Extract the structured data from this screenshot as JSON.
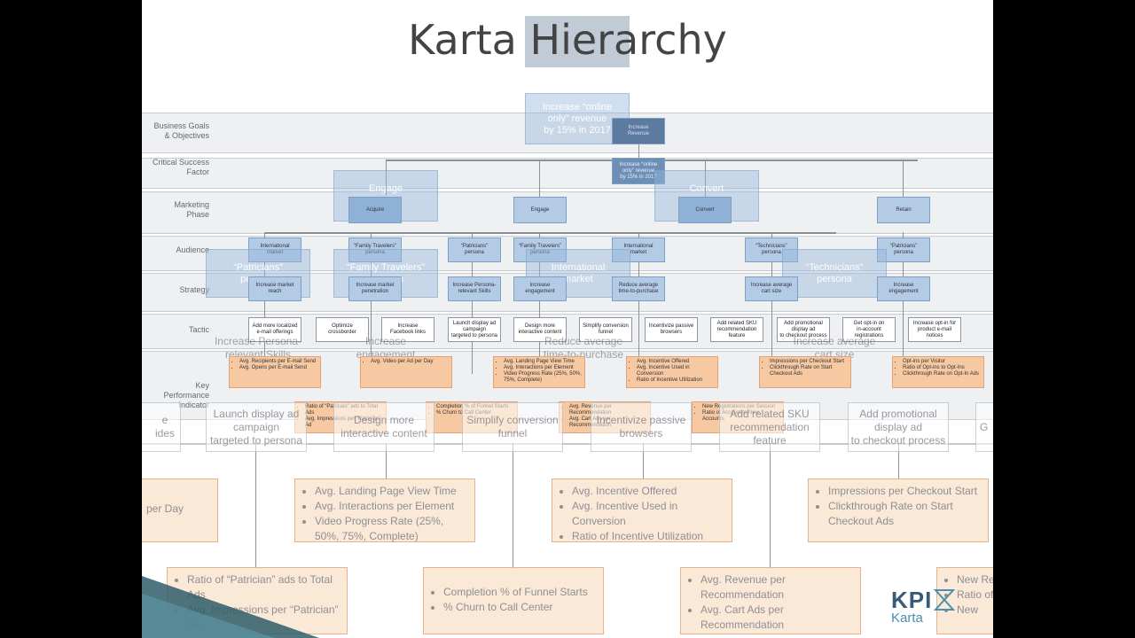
{
  "slide": {
    "title": "Karta Hierarchy"
  },
  "rows": {
    "business_goals": "Business Goals\n& Objectives",
    "csf": "Critical Success\nFactor",
    "marketing_phase": "Marketing\nPhase",
    "audience": "Audience",
    "strategy": "Strategy",
    "tactic": "Tactic",
    "kpi": "Key\nPerformance\nIndicator"
  },
  "goal": {
    "small": "Increase\nRevenue",
    "big": "Increase “online\nonly” revenue\nby 15% in 2017"
  },
  "csf": {
    "small": "Increase “online\nonly” revenue\nby 15% in 2017"
  },
  "phases": {
    "acquire": "Acquire",
    "engage": "Engage",
    "convert": "Convert",
    "retain": "Retain"
  },
  "audience": {
    "a1": "International\nmarket",
    "a2": "“Family Travelers”\npersona",
    "a3": "“Patricians”\npersona",
    "a4": "“Family Travelers”\npersona",
    "a5": "International\nmarket",
    "a6": "“Technicians”\npersona",
    "a7": "“Patricians”\npersona"
  },
  "strategy": {
    "s1": "Increase market\nreach",
    "s2": "Increase market\npenetration",
    "s3": "Increase Persona-\nrelevant Skills",
    "s4": "Increase\nengagement",
    "s5": "Reduce average\ntime-to-purchase",
    "s6": "Increase average\ncart size",
    "s7": "Increase\nengagement"
  },
  "tactic": {
    "t1": "Add more localized\ne-mail offerings",
    "t2": "Optimize\ncrossborder",
    "t3": "Increase\nFacebook links",
    "t4": "Launch display ad\ncampaign\ntargeted to persona",
    "t5": "Design more\ninteractive content",
    "t6": "Simplify conversion\nfunnel",
    "t7": "Incentivize passive\nbrowsers",
    "t8": "Add related SKU\nrecommendation\nfeature",
    "t9": "Add promotional\ndisplay ad\nto checkout process",
    "t10": "Get opt-in on\nin-account\nregistrations",
    "t11": "Increase opt-in for\nproduct e-mail\nnotices"
  },
  "kpi": {
    "k1": [
      "Avg. Recipients per E-mail Send",
      "Avg. Opens per E-mail Send"
    ],
    "k2": [
      "Avg. Video per Ad per Day"
    ],
    "k3": [
      "Avg. Landing Page View Time",
      "Avg. Interactions per Element",
      "Video Progress Rate (25%, 50%, 75%, Complete)"
    ],
    "k4": [
      "Avg. Incentive Offered",
      "Avg. Incentive Used in Conversion",
      "Ratio of Incentive Utilization"
    ],
    "k5": [
      "Impressions per Checkout Start",
      "Clickthrough Rate on Start Checkout Ads"
    ],
    "k6": [
      "Opt-ins per Visitor",
      "Ratio of Opt-ins to Opt-Ins",
      "Clickthrough Rate on Opt-In Ads"
    ],
    "k7": [
      "Ratio of “Patrician” ads to Total Ads",
      "Avg. Impressions per “Patrician” Ad"
    ],
    "k8": [
      "Completion % of Funnel Starts",
      "% Churn to Call Center"
    ],
    "k9": [
      "Avg. Revenue per Recommendation",
      "Avg. Cart Ads per Recommendation"
    ],
    "k10": [
      "New Registrations per Session",
      "Ratio of Account to New Accounts"
    ]
  },
  "ghost": {
    "engage": "Engage",
    "convert": "Convert",
    "patricians": "“Patricians”\npersona",
    "family": "“Family Travelers”\npersona",
    "intl": "International\nmarket",
    "technicians": "“Technicians”\npersona",
    "inc_persona": "Increase Persona-\nrelevant Skills",
    "inc_eng": "Increase\nengagement",
    "reduce": "Reduce average\ntime-to-purchase",
    "cart": "Increase average\ncart size",
    "t_launch": "Launch display ad\ncampaign\ntargeted to persona",
    "t_design": "Design more\ninteractive content",
    "t_simplify": "Simplify conversion\nfunnel",
    "t_incent": "Incentivize passive\nbrowsers",
    "t_sku": "Add related SKU\nrecommendation\nfeature",
    "t_promo": "Add promotional\ndisplay ad\nto checkout process",
    "t_left": "e\nides",
    "t_right": "G"
  },
  "bottom_kpi": {
    "b1": [
      "per Day"
    ],
    "b2": [
      "Avg. Landing Page View Time",
      "Avg. Interactions per Element",
      "Video Progress Rate (25%, 50%, 75%, Complete)"
    ],
    "b3": [
      "Avg. Incentive Offered",
      "Avg. Incentive Used in Conversion",
      "Ratio of Incentive Utilization"
    ],
    "b4": [
      "Impressions per Checkout Start",
      "Clickthrough Rate on Start Checkout Ads"
    ],
    "b5": [
      "Ratio of “Patrician” ads to Total Ads",
      "Avg. Impressions per “Patrician” Ad"
    ],
    "b6": [
      "Completion % of Funnel Starts",
      "% Churn to Call Center"
    ],
    "b7": [
      "Avg. Revenue per Recommendation",
      "Avg. Cart Ads per Recommendation"
    ],
    "b8": [
      "New Rep",
      "Ratio of",
      "New"
    ]
  },
  "logo": {
    "line1": "KPI",
    "line2": "Karta"
  },
  "colors": {
    "accent_blue": "#b3cbe4",
    "kpi_orange": "#f7c9a2",
    "teal": "#2f5d6a"
  }
}
